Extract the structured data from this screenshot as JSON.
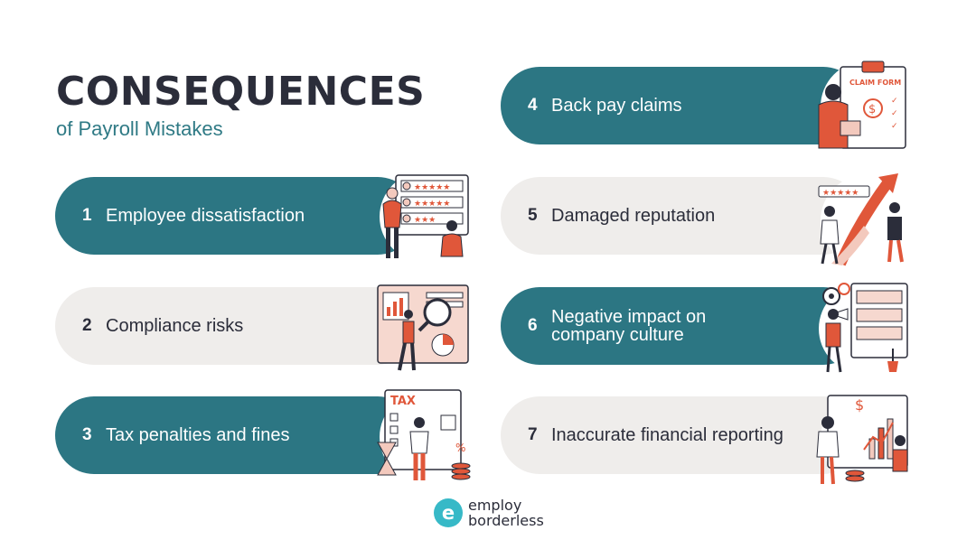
{
  "title": {
    "main": "CONSEQUENCES",
    "sub": "of Payroll Mistakes"
  },
  "items": [
    {
      "num": "1",
      "label": "Employee dissatisfaction"
    },
    {
      "num": "2",
      "label": "Compliance risks"
    },
    {
      "num": "3",
      "label": "Tax penalties and fines"
    },
    {
      "num": "4",
      "label": "Back pay claims"
    },
    {
      "num": "5",
      "label": "Damaged reputation"
    },
    {
      "num": "6",
      "label_line1": "Negative impact on",
      "label_line2": "company culture"
    },
    {
      "num": "7",
      "label": "Inaccurate financial reporting"
    }
  ],
  "illustrations": {
    "claim_form": "CLAIM FORM",
    "tax": "TAX",
    "percent": "%",
    "dollar": "$"
  },
  "brand": {
    "mark": "e",
    "line1": "employ",
    "line2": "borderless"
  },
  "colors": {
    "teal": "#2c7683",
    "light": "#efedeb",
    "accent": "#e0573a",
    "text": "#2b2d3a"
  }
}
